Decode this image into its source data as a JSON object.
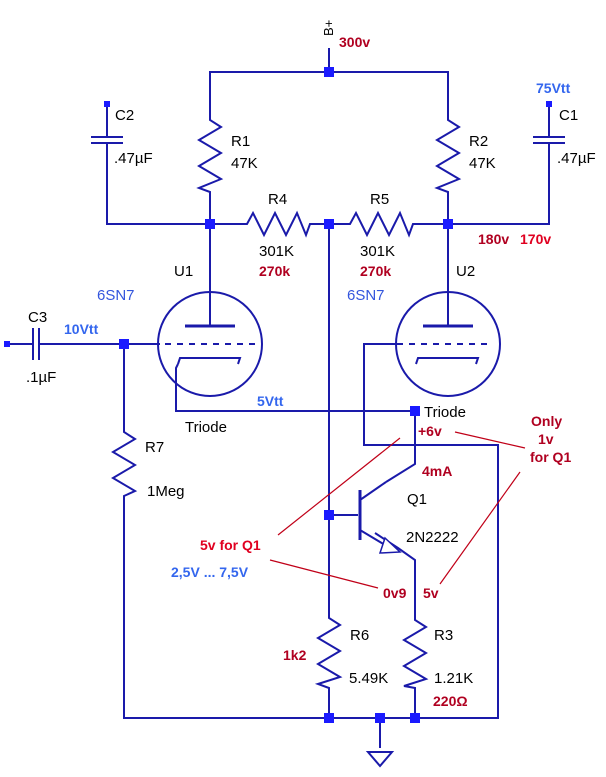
{
  "supply": {
    "name": "B+",
    "voltage": "300v"
  },
  "components": {
    "c1": {
      "ref": "C1",
      "value": ".47µF",
      "note": "75Vtt"
    },
    "c2": {
      "ref": "C2",
      "value": ".47µF"
    },
    "c3": {
      "ref": "C3",
      "value": ".1µF",
      "note": "10Vtt"
    },
    "r1": {
      "ref": "R1",
      "value": "47K"
    },
    "r2": {
      "ref": "R2",
      "value": "47K"
    },
    "r3": {
      "ref": "R3",
      "value": "1.21K",
      "note": "220Ω"
    },
    "r4": {
      "ref": "R4",
      "value": "301K",
      "note": "270k"
    },
    "r5": {
      "ref": "R5",
      "value": "301K",
      "note": "270k"
    },
    "r6": {
      "ref": "R6",
      "value": "5.49K",
      "note": "1k2"
    },
    "r7": {
      "ref": "R7",
      "value": "1Meg"
    },
    "u1": {
      "ref": "U1",
      "type": "6SN7",
      "kind": "Triode"
    },
    "u2": {
      "ref": "U2",
      "type": "6SN7",
      "kind": "Triode"
    },
    "q1": {
      "ref": "Q1",
      "part": "2N2222"
    }
  },
  "annotations": {
    "plate_v1": "180v",
    "plate_v2": "170v",
    "cathode_vtt": "5Vtt",
    "cathode_v": "+6v",
    "current": "4mA",
    "q1_base": "5v for Q1",
    "q1_range": "2,5V ... 7,5V",
    "vbe": "0v9",
    "q1_emitter": "5v",
    "only_line1": "Only",
    "only_line2": "1v",
    "only_line3": "for Q1"
  }
}
